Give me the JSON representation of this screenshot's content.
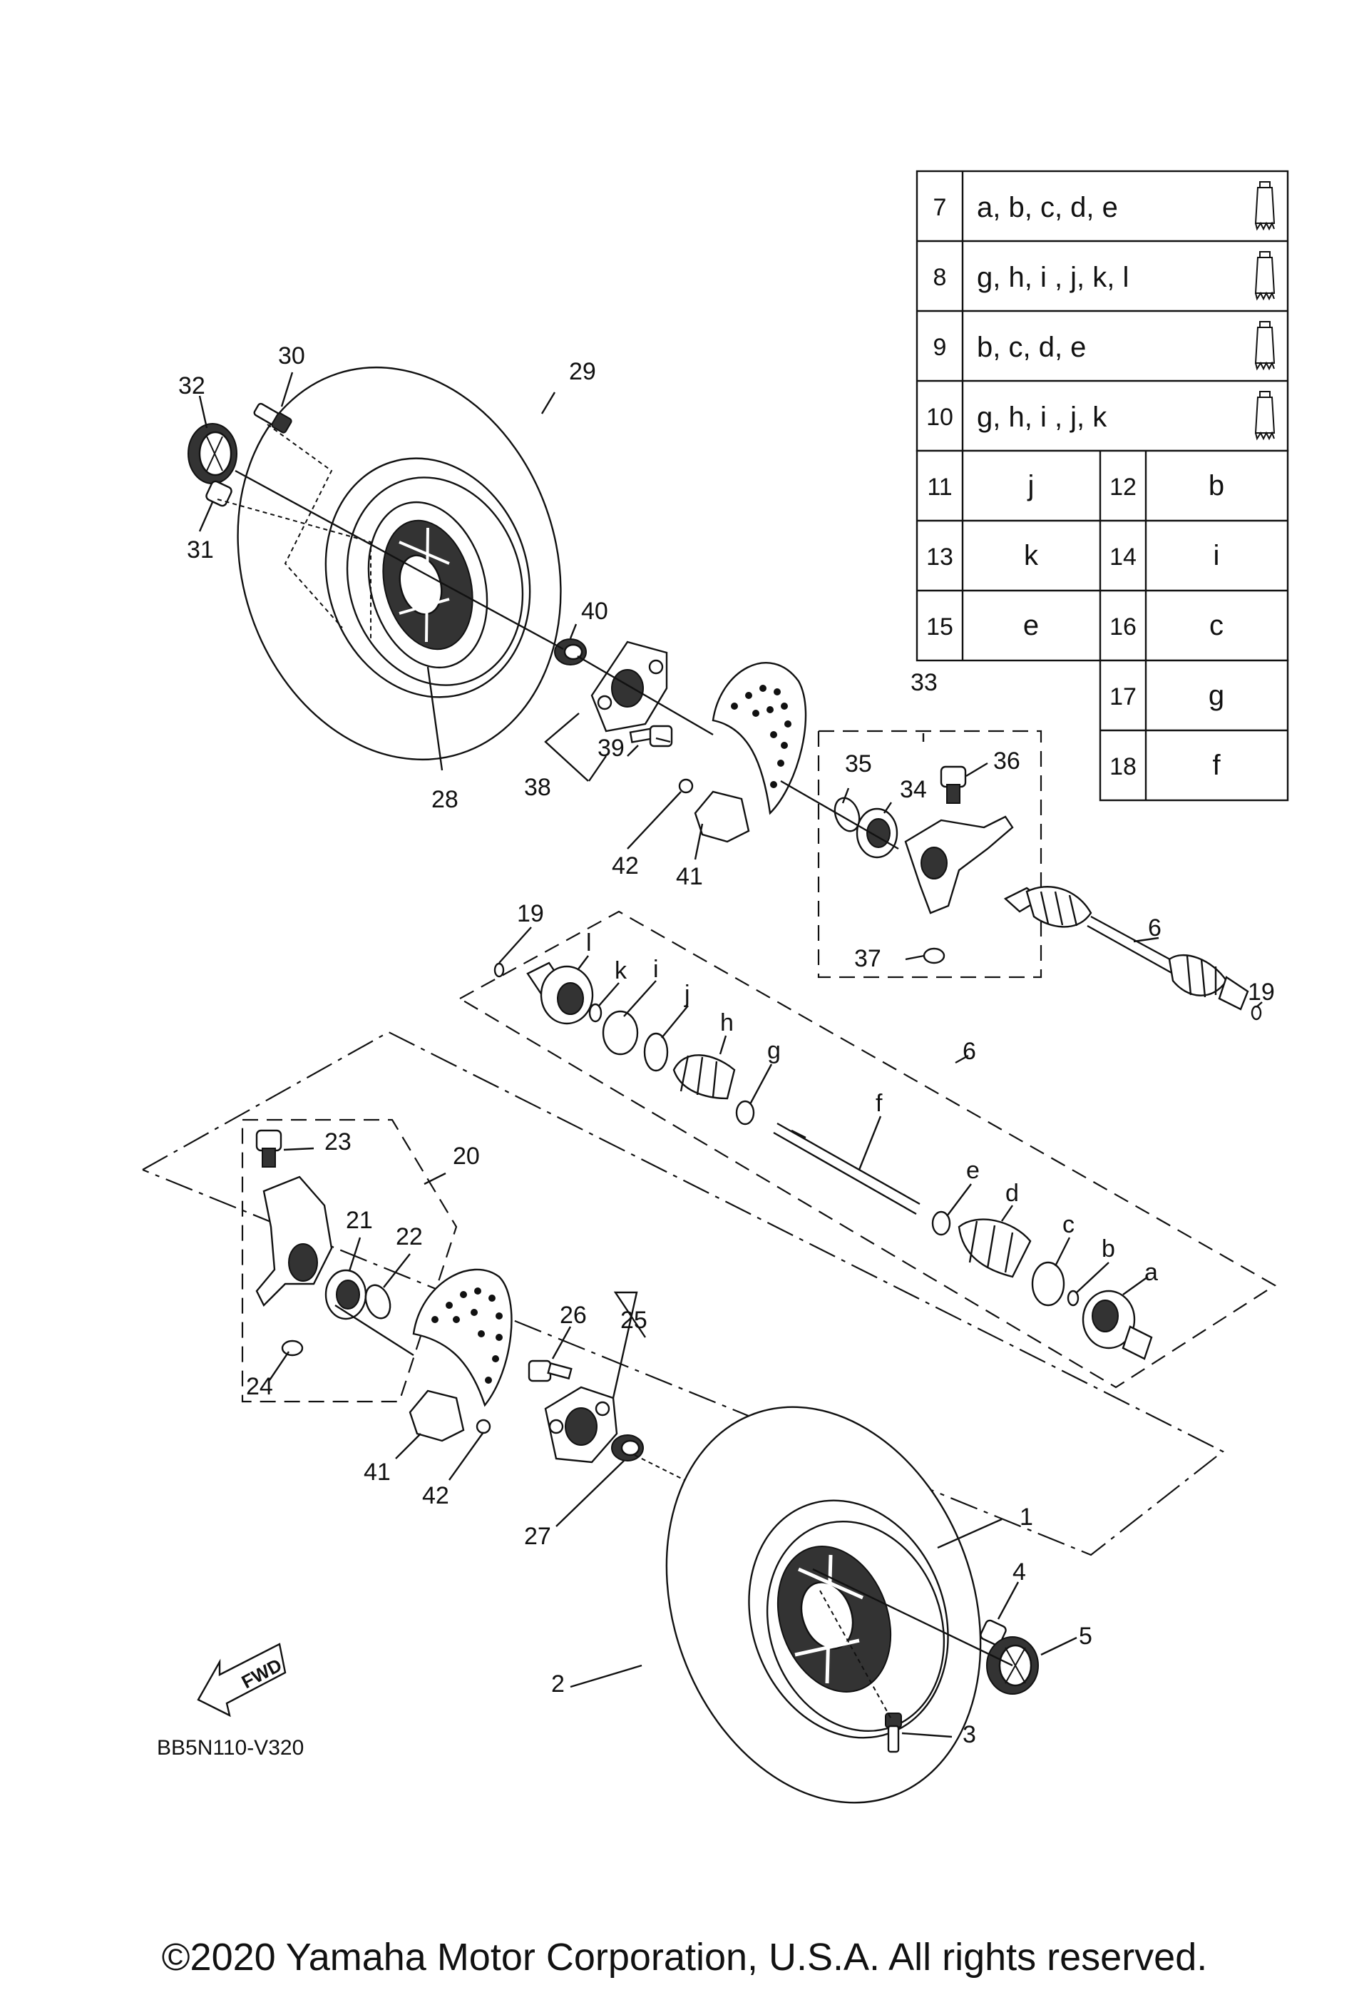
{
  "diagram_code": "BB5N110-V320",
  "copyright": "©2020 Yamaha Motor Corporation, U.S.A. All rights reserved.",
  "fwd_label": "FWD",
  "icons": {
    "tube": "grease-tube-icon",
    "arrow": "fwd-arrow-icon"
  },
  "lube_table": {
    "wide_rows": [
      {
        "num": "7",
        "letters": "a, b, c, d, e"
      },
      {
        "num": "8",
        "letters": "g, h, i , j, k, l"
      },
      {
        "num": "9",
        "letters": "b, c, d, e"
      },
      {
        "num": "10",
        "letters": "g, h, i , j, k"
      }
    ],
    "pair_rows": [
      {
        "num_a": "11",
        "val_a": "j",
        "num_b": "12",
        "val_b": "b"
      },
      {
        "num_a": "13",
        "val_a": "k",
        "num_b": "14",
        "val_b": "i"
      },
      {
        "num_a": "15",
        "val_a": "e",
        "num_b": "16",
        "val_b": "c"
      }
    ],
    "single_rows": [
      {
        "num": "17",
        "val": "g"
      },
      {
        "num": "18",
        "val": "f"
      }
    ]
  },
  "callouts": {
    "p1": "1",
    "p2": "2",
    "p3": "3",
    "p4": "4",
    "p5": "5",
    "p6_axle": "6",
    "p6_group": "6",
    "p19_left": "19",
    "p19_right": "19",
    "p20": "20",
    "p21": "21",
    "p22": "22",
    "p23": "23",
    "p24": "24",
    "p25": "25",
    "p26": "26",
    "p27": "27",
    "p28": "28",
    "p29": "29",
    "p30": "30",
    "p31": "31",
    "p32": "32",
    "p33": "33",
    "p34": "34",
    "p35": "35",
    "p36": "36",
    "p37": "37",
    "p38": "38",
    "p39": "39",
    "p40": "40",
    "p41_upper": "41",
    "p41_lower": "41",
    "p42_upper": "42",
    "p42_lower": "42",
    "la": "a",
    "lb": "b",
    "lc": "c",
    "ld": "d",
    "le": "e",
    "lf": "f",
    "lg": "g",
    "lh": "h",
    "li": "i",
    "lj": "j",
    "lk": "k",
    "ll": "l"
  }
}
